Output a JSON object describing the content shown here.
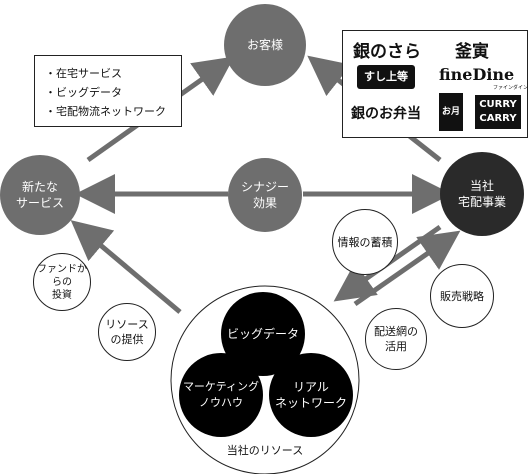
{
  "nodes": {
    "customer": "お客様",
    "new_service": [
      "新たな",
      "サービス"
    ],
    "synergy": [
      "シナジー",
      "効果"
    ],
    "delivery": [
      "当社",
      "宅配事業"
    ]
  },
  "list_box": {
    "items": [
      "在宅サービス",
      "ビッグデータ",
      "宅配物流ネットワーク"
    ]
  },
  "brands": {
    "gin_no_sara": "銀のさら",
    "kamatora": "釜寅",
    "suke_roku": "すし上等",
    "finedine": "fineDine",
    "finedine_sub": "ファインダイン",
    "gin_no_obento": "銀のお弁当",
    "ozen": "お月膳",
    "curry_carry": [
      "CURRY",
      "CARRY"
    ]
  },
  "labels": {
    "fund_investment": [
      "ファンドからの",
      "投資"
    ],
    "resource_provision": [
      "リソース",
      "の提供"
    ],
    "info_accumulation": "情報の蓄積",
    "sales_strategy": "販売戦略",
    "network_use": [
      "配送網の",
      "活用"
    ]
  },
  "resources": {
    "big_data": "ビッグデータ",
    "marketing": [
      "マーケティング",
      "ノウハウ"
    ],
    "real_network": [
      "リアル",
      "ネットワーク"
    ],
    "caption": "当社のリソース"
  },
  "colors": {
    "arrow": "#6e6e6e",
    "mid_circle": "#6e6e6e",
    "dark_circle": "#2a2a2a",
    "resource_circle": "#000000"
  }
}
